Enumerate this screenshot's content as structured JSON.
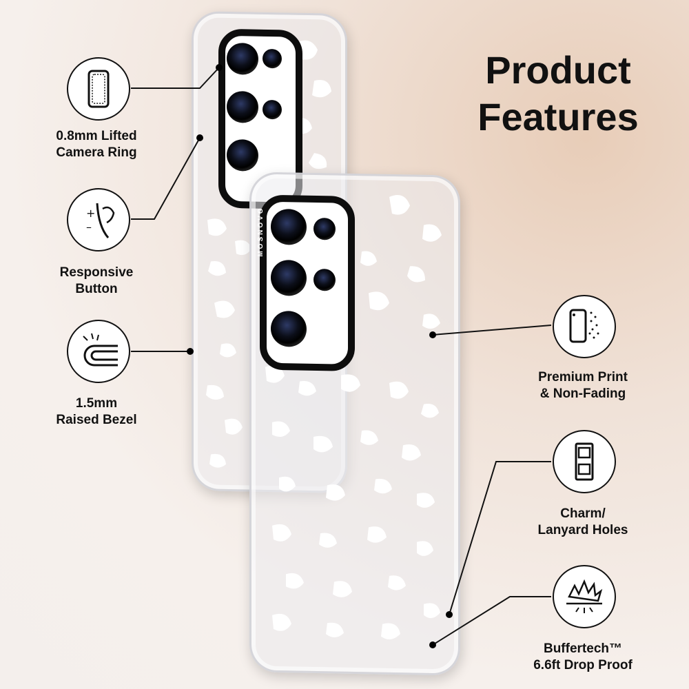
{
  "title": {
    "line1": "Product",
    "line2": "Features"
  },
  "brand": "MOSNOVO",
  "features": {
    "camera_ring": {
      "line1": "0.8mm Lifted",
      "line2": "Camera Ring",
      "icon": "phone-outline-icon"
    },
    "responsive_button": {
      "line1": "Responsive",
      "line2": "Button",
      "icon": "button-press-icon"
    },
    "raised_bezel": {
      "line1": "1.5mm",
      "line2": "Raised Bezel",
      "icon": "bezel-edge-icon"
    },
    "premium_print": {
      "line1": "Premium Print",
      "line2": "& Non-Fading",
      "icon": "printed-phone-icon"
    },
    "lanyard_holes": {
      "line1": "Charm/",
      "line2": "Lanyard Holes",
      "icon": "lanyard-hole-icon"
    },
    "drop_proof": {
      "line1": "Buffertech™",
      "line2": "6.6ft Drop Proof",
      "icon": "impact-burst-icon"
    }
  },
  "colors": {
    "background": "#f4efec",
    "accent_warm": "#e8cdb8",
    "text": "#111111",
    "bumper": "#0d0d0d"
  }
}
